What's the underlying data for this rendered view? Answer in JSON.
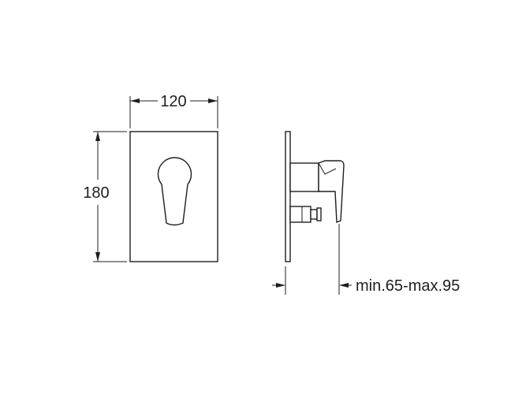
{
  "front_view": {
    "width_label": "120",
    "height_label": "180"
  },
  "side_view": {
    "depth_label": "min.65-max.95"
  },
  "colors": {
    "line": "#1e1e1e",
    "background": "#ffffff"
  }
}
